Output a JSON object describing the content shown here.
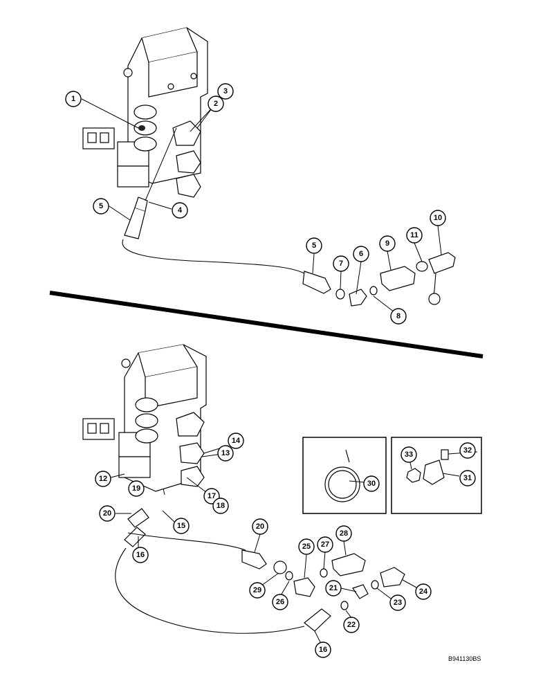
{
  "reference_code": "B941130BS",
  "callouts": {
    "c1": "1",
    "c2": "2",
    "c3": "3",
    "c4": "4",
    "c5a": "5",
    "c5b": "5",
    "c6": "6",
    "c7": "7",
    "c8": "8",
    "c9": "9",
    "c10": "10",
    "c11": "11",
    "c12": "12",
    "c13": "13",
    "c14": "14",
    "c15": "15",
    "c16a": "16",
    "c16b": "16",
    "c17": "17",
    "c18": "18",
    "c19": "19",
    "c20a": "20",
    "c20b": "20",
    "c21": "21",
    "c22": "22",
    "c23": "23",
    "c24": "24",
    "c25": "25",
    "c26": "26",
    "c27": "27",
    "c28": "28",
    "c29": "29",
    "c30": "30",
    "c31": "31",
    "c32": "32",
    "c33": "33"
  }
}
